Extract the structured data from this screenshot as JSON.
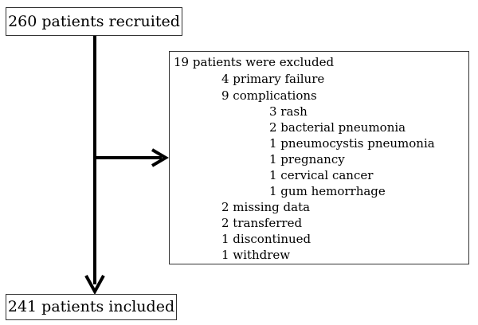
{
  "recruited": "260 patients recruited",
  "included": "241 patients included",
  "exclusion": {
    "header": "19 patients were excluded",
    "primary_failure": "4 primary failure",
    "complications": "9 complications",
    "rash": "3 rash",
    "bacterial_pneumonia": "2 bacterial pneumonia",
    "pneumocystis_pneumonia": "1 pneumocystis pneumonia",
    "pregnancy": "1 pregnancy",
    "cervical_cancer": "1 cervical cancer",
    "gum_hemorrhage": "1 gum hemorrhage",
    "missing_data": "2 missing data",
    "transferred": "2 transferred",
    "discontinued": "1 discontinued",
    "withdrew": "1 withdrew"
  }
}
